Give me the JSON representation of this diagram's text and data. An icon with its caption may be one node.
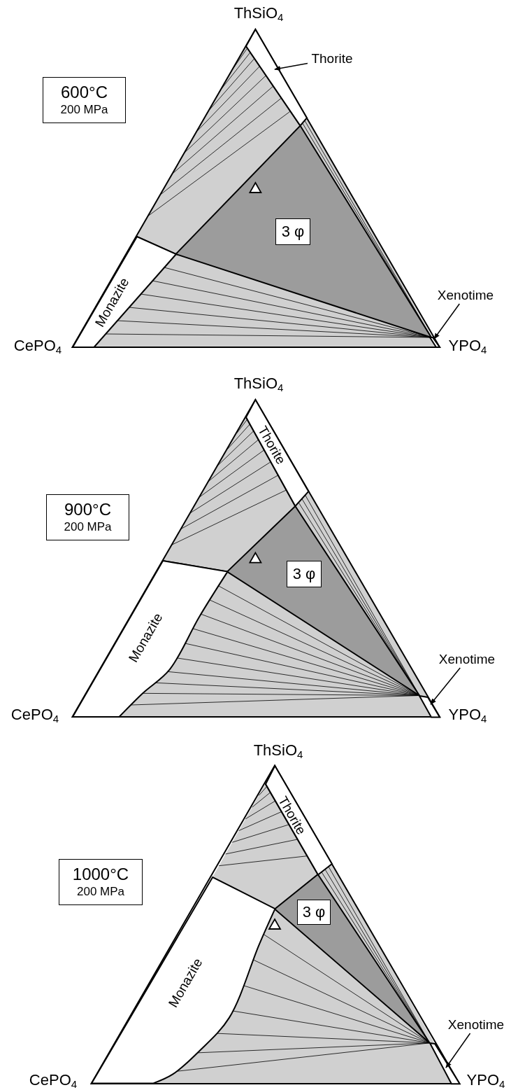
{
  "diagram": {
    "nodes": [
      {
        "text": [
          "600°C",
          "200 MPa"
        ]
      },
      {
        "text": [
          "Thorite"
        ]
      },
      {
        "text": [],
        "shape": "bar"
      },
      {
        "text": [
          "3 φ"
        ]
      },
      {
        "text": [
          "Monazite"
        ]
      },
      {
        "text": [
          "Xenotime"
        ]
      },
      {
        "text": [],
        "shape": "bar"
      },
      {
        "text": [
          "900°C",
          "200 MPa"
        ]
      },
      {
        "text": [
          "Thorite"
        ]
      },
      {
        "text": [
          "3 φ"
        ]
      },
      {
        "text": [
          "Monazite"
        ]
      },
      {
        "text": [
          "Xenotime"
        ]
      },
      {
        "text": [],
        "shape": "bar"
      },
      {
        "text": [
          "1000°C",
          "200 MPa"
        ]
      },
      {
        "text": [
          "Thorite"
        ]
      },
      {
        "text": [
          "3 φ"
        ]
      },
      {
        "text": [
          "Monazite"
        ]
      },
      {
        "text": [
          "Xenotime"
        ]
      },
      {
        "text": [],
        "shape": "bar"
      }
    ],
    "edges": [
      {
        "from": 1,
        "to": 2,
        "arrow": "to"
      },
      {
        "from": 5,
        "to": 6,
        "arrow": "to"
      },
      {
        "from": 11,
        "to": 12,
        "arrow": "to"
      },
      {
        "from": 17,
        "to": 18,
        "arrow": "to"
      }
    ],
    "labels": [
      "ThSiO$_{4}$",
      "CePO$_{4}$",
      "YPO$_{4}$",
      "ThSiO$_{4}$",
      "CePO$_{4}$",
      "YPO$_{4}$",
      "ThSiO$_{4}$",
      "CePO$_{4}$",
      "YPO$_{4}$"
    ]
  }
}
